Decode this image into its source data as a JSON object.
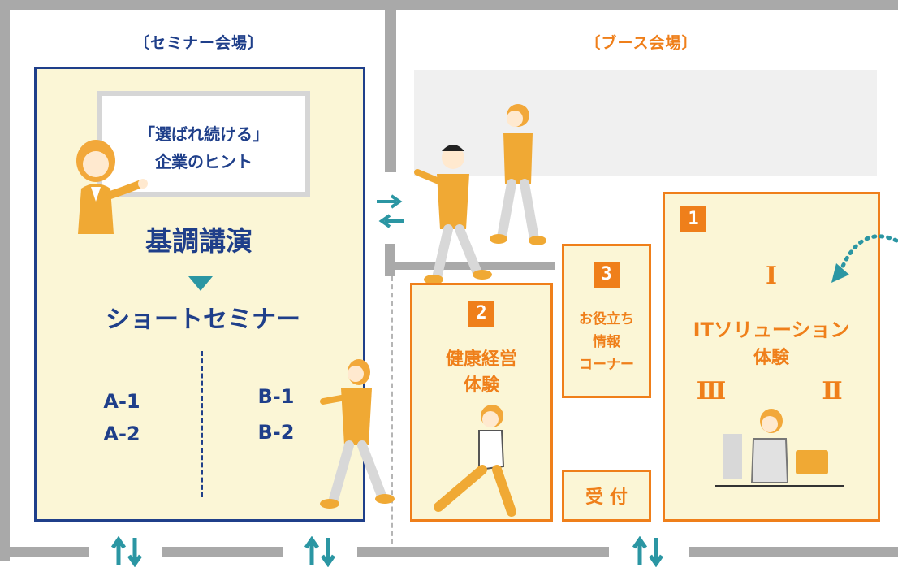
{
  "seminar": {
    "title": "〔セミナー会場〕",
    "screen_line1": "「選ばれ続ける」",
    "screen_line2": "企業のヒント",
    "keynote": "基調講演",
    "short_seminar": "ショートセミナー",
    "a1": "A-1",
    "a2": "A-2",
    "b1": "B-1",
    "b2": "B-2"
  },
  "booth": {
    "title": "〔ブース会場〕",
    "zone1": {
      "num": "1",
      "roman_top": "I",
      "line1": "ITソリューション",
      "line2": "体験",
      "roman_left": "Ⅲ",
      "roman_right": "Ⅱ"
    },
    "zone2": {
      "num": "2",
      "line1": "健康経営",
      "line2": "体験"
    },
    "zone3": {
      "num": "3",
      "line1": "お役立ち",
      "line2": "情報",
      "line3": "コーナー"
    },
    "reception": "受 付"
  },
  "colors": {
    "navy": "#1f3f8a",
    "orange": "#ef7f1a",
    "cream": "#fbf6d6",
    "teal": "#2b96a3",
    "wall": "#a9a9a9"
  }
}
